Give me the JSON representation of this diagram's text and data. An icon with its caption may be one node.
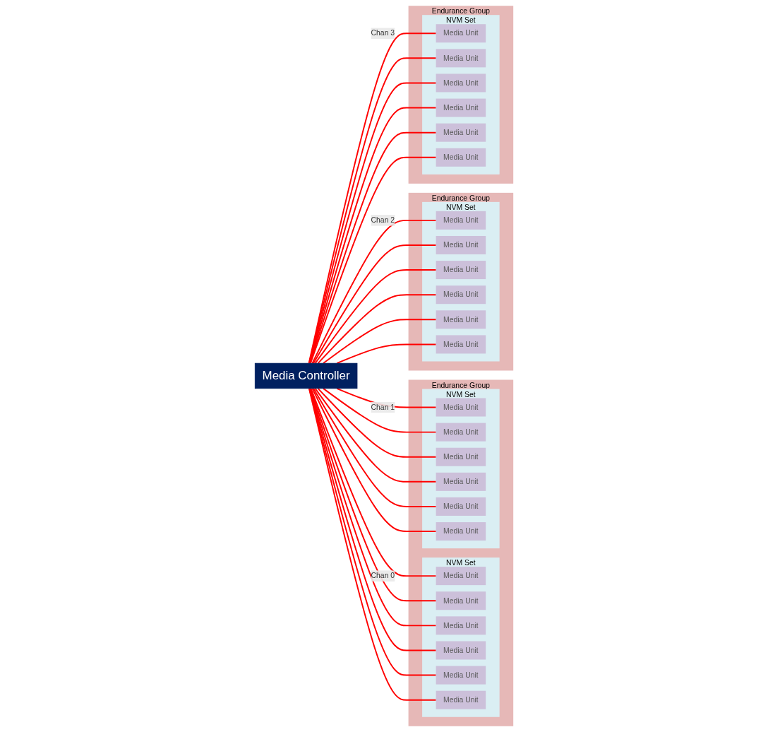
{
  "diagram": {
    "nodes": [
      {
        "text": [
          "Media Controller"
        ]
      },
      {
        "text": [
          "Endurance Group"
        ]
      },
      {
        "text": [
          "NVM Set"
        ],
        "in": 1
      },
      {
        "text": [
          "Media Unit"
        ],
        "in": 2
      },
      {
        "text": [
          "Media Unit"
        ],
        "in": 2
      },
      {
        "text": [
          "Media Unit"
        ],
        "in": 2
      },
      {
        "text": [
          "Media Unit"
        ],
        "in": 2
      },
      {
        "text": [
          "Media Unit"
        ],
        "in": 2
      },
      {
        "text": [
          "Media Unit"
        ],
        "in": 2
      },
      {
        "text": [
          "NVM Set"
        ],
        "in": 1
      },
      {
        "text": [
          "Media Unit"
        ],
        "in": 9
      },
      {
        "text": [
          "Media Unit"
        ],
        "in": 9
      },
      {
        "text": [
          "Media Unit"
        ],
        "in": 9
      },
      {
        "text": [
          "Media Unit"
        ],
        "in": 9
      },
      {
        "text": [
          "Media Unit"
        ],
        "in": 9
      },
      {
        "text": [
          "Media Unit"
        ],
        "in": 9
      },
      {
        "text": [
          "Endurance Group"
        ]
      },
      {
        "text": [
          "NVM Set"
        ],
        "in": 16
      },
      {
        "text": [
          "Media Unit"
        ],
        "in": 17
      },
      {
        "text": [
          "Media Unit"
        ],
        "in": 17
      },
      {
        "text": [
          "Media Unit"
        ],
        "in": 17
      },
      {
        "text": [
          "Media Unit"
        ],
        "in": 17
      },
      {
        "text": [
          "Media Unit"
        ],
        "in": 17
      },
      {
        "text": [
          "Media Unit"
        ],
        "in": 17
      },
      {
        "text": [
          "Endurance Group"
        ]
      },
      {
        "text": [
          "NVM Set"
        ],
        "in": 24
      },
      {
        "text": [
          "Media Unit"
        ],
        "in": 25
      },
      {
        "text": [
          "Media Unit"
        ],
        "in": 25
      },
      {
        "text": [
          "Media Unit"
        ],
        "in": 25
      },
      {
        "text": [
          "Media Unit"
        ],
        "in": 25
      },
      {
        "text": [
          "Media Unit"
        ],
        "in": 25
      },
      {
        "text": [
          "Media Unit"
        ],
        "in": 25
      }
    ],
    "edges": [
      {
        "from": 0,
        "to": 3,
        "arrow": "none",
        "label": "Chan 0",
        "color": "#ff0000"
      },
      {
        "from": 0,
        "to": 4,
        "arrow": "none",
        "color": "#ff0000"
      },
      {
        "from": 0,
        "to": 5,
        "arrow": "none",
        "color": "#ff0000"
      },
      {
        "from": 0,
        "to": 6,
        "arrow": "none",
        "color": "#ff0000"
      },
      {
        "from": 0,
        "to": 7,
        "arrow": "none",
        "color": "#ff0000"
      },
      {
        "from": 0,
        "to": 8,
        "arrow": "none",
        "color": "#ff0000"
      },
      {
        "from": 0,
        "to": 10,
        "arrow": "none",
        "label": "Chan 1",
        "color": "#ff0000"
      },
      {
        "from": 0,
        "to": 11,
        "arrow": "none",
        "color": "#ff0000"
      },
      {
        "from": 0,
        "to": 12,
        "arrow": "none",
        "color": "#ff0000"
      },
      {
        "from": 0,
        "to": 13,
        "arrow": "none",
        "color": "#ff0000"
      },
      {
        "from": 0,
        "to": 14,
        "arrow": "none",
        "color": "#ff0000"
      },
      {
        "from": 0,
        "to": 15,
        "arrow": "none",
        "color": "#ff0000"
      },
      {
        "from": 0,
        "to": 18,
        "arrow": "none",
        "label": "Chan 2",
        "color": "#ff0000"
      },
      {
        "from": 0,
        "to": 19,
        "arrow": "none",
        "color": "#ff0000"
      },
      {
        "from": 0,
        "to": 20,
        "arrow": "none",
        "color": "#ff0000"
      },
      {
        "from": 0,
        "to": 21,
        "arrow": "none",
        "color": "#ff0000"
      },
      {
        "from": 0,
        "to": 22,
        "arrow": "none",
        "color": "#ff0000"
      },
      {
        "from": 0,
        "to": 23,
        "arrow": "none",
        "color": "#ff0000"
      },
      {
        "from": 0,
        "to": 26,
        "arrow": "none",
        "label": "Chan 3",
        "color": "#ff0000"
      },
      {
        "from": 0,
        "to": 27,
        "arrow": "none",
        "color": "#ff0000"
      },
      {
        "from": 0,
        "to": 28,
        "arrow": "none",
        "color": "#ff0000"
      },
      {
        "from": 0,
        "to": 29,
        "arrow": "none",
        "color": "#ff0000"
      },
      {
        "from": 0,
        "to": 30,
        "arrow": "none",
        "color": "#ff0000"
      },
      {
        "from": 0,
        "to": 31,
        "arrow": "none",
        "color": "#ff0000"
      }
    ]
  }
}
